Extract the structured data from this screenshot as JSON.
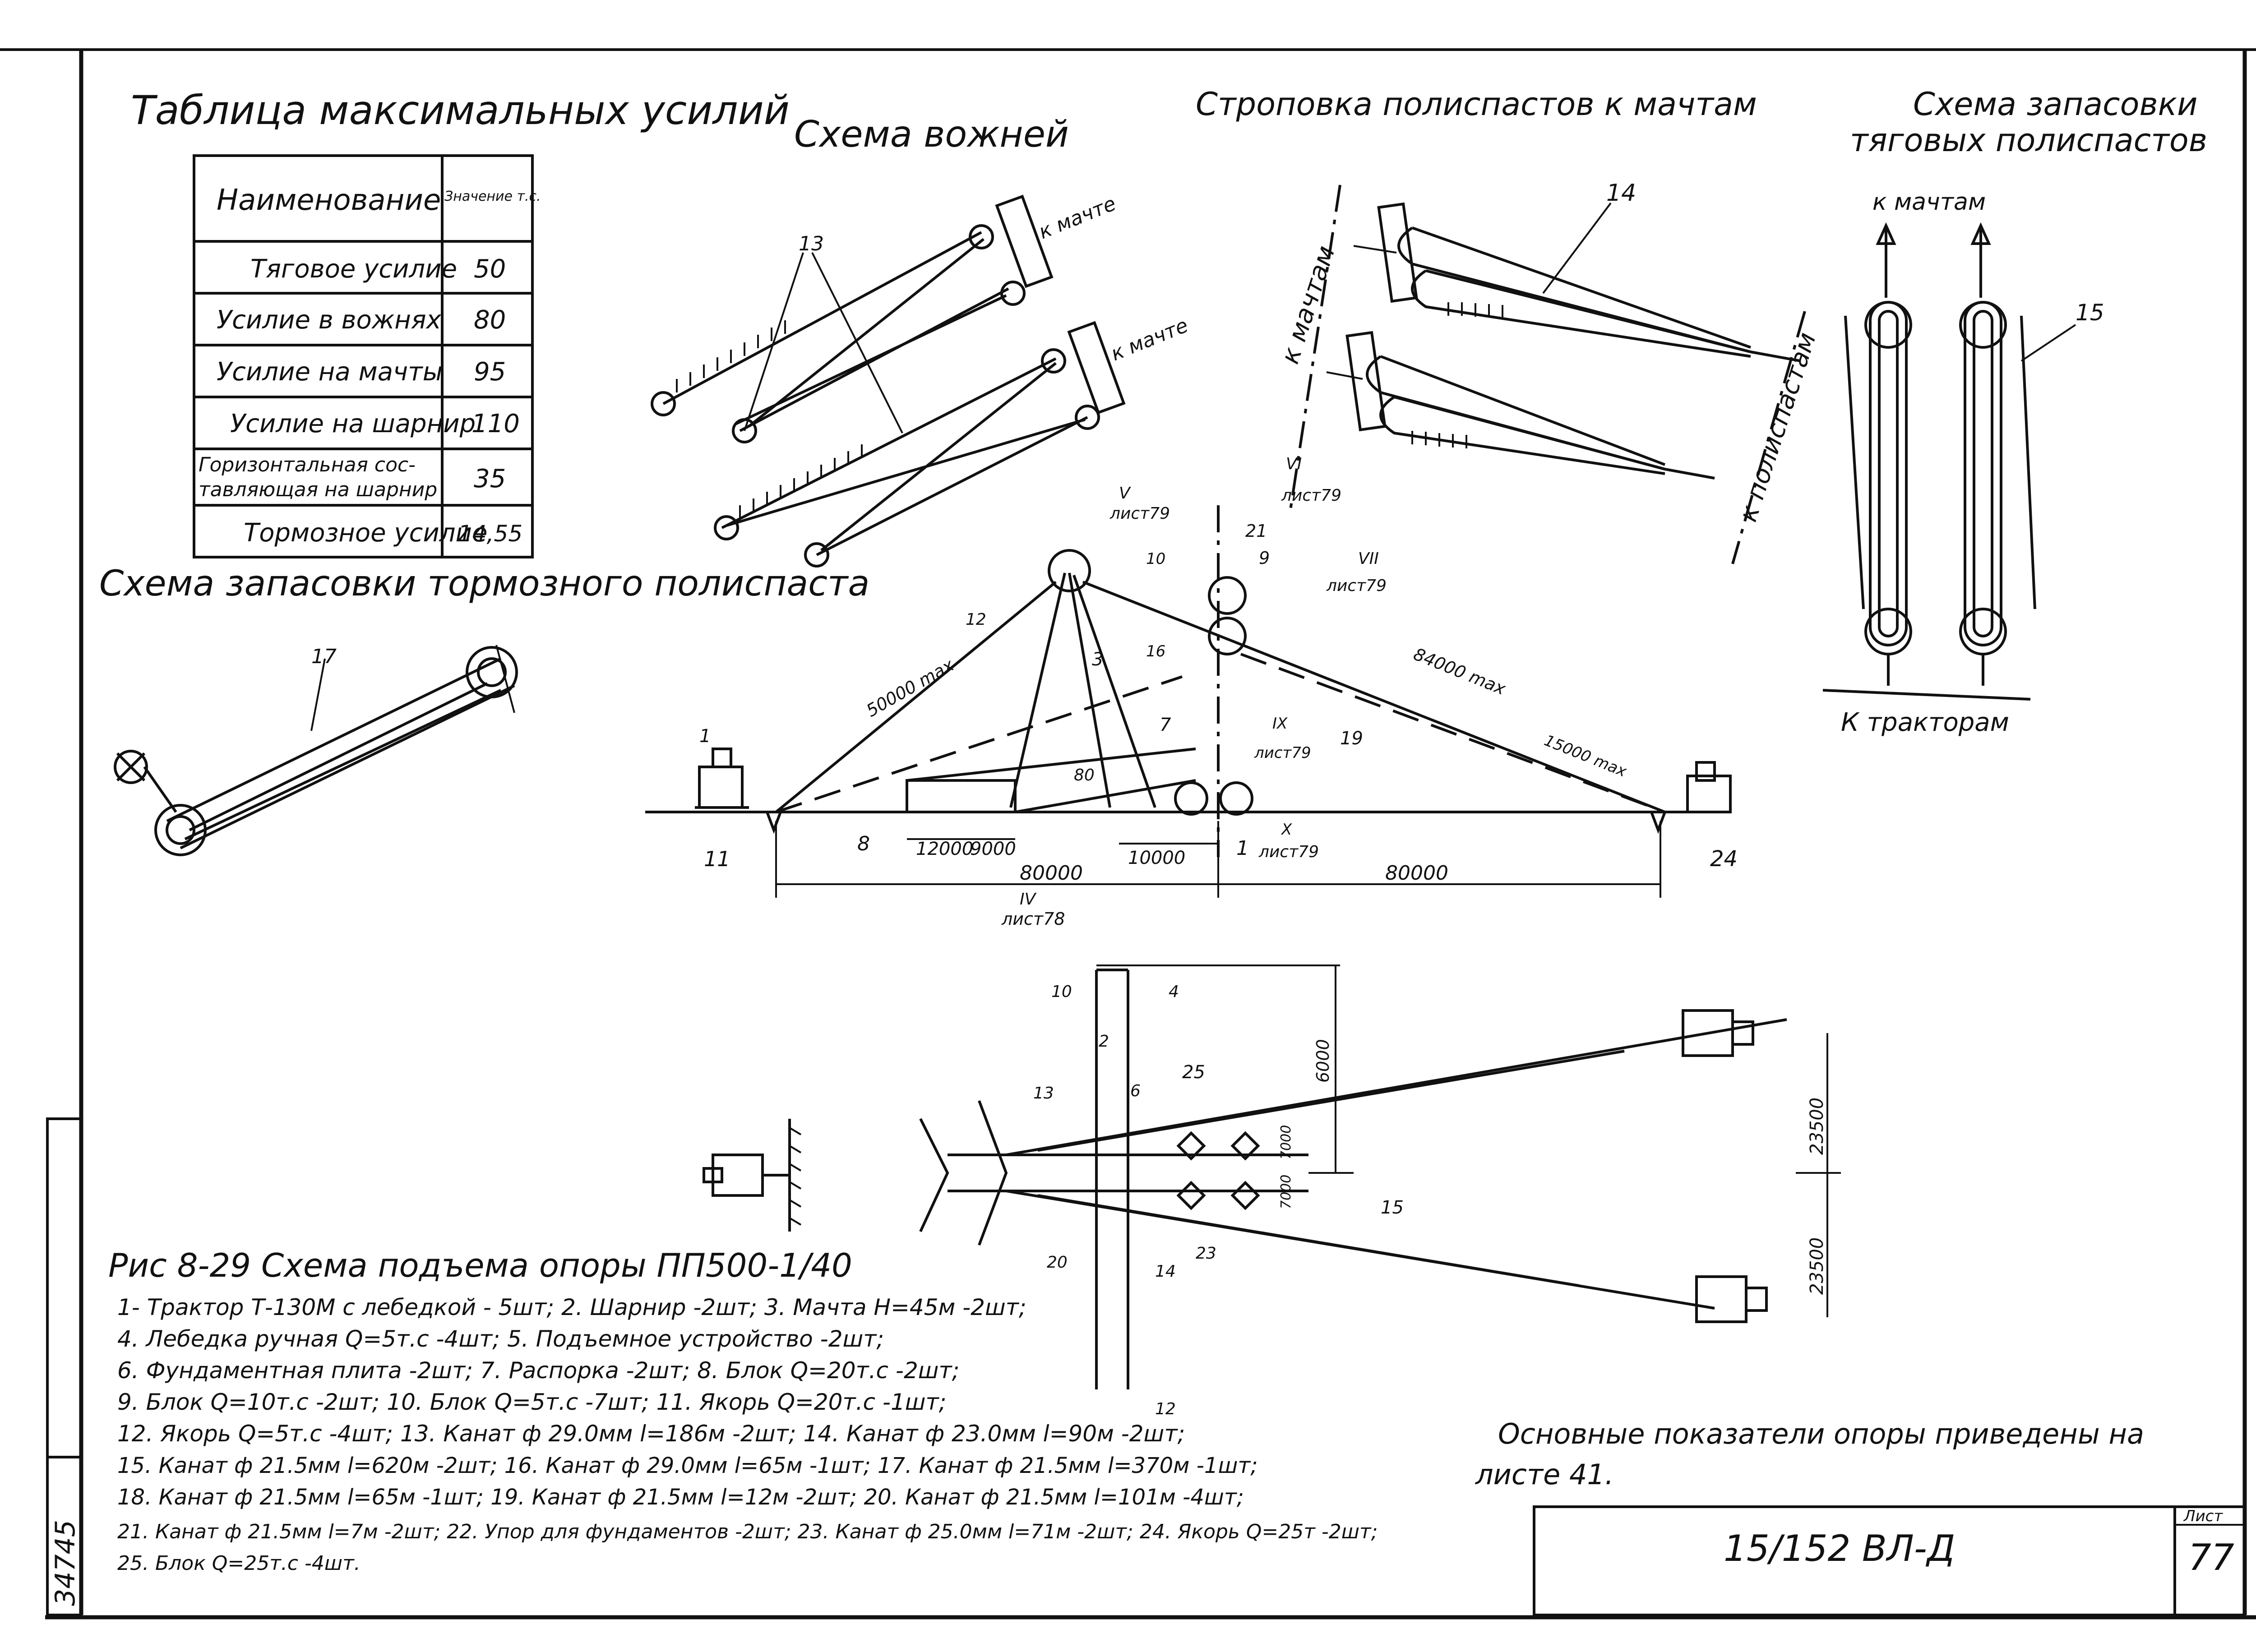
{
  "titles": {
    "max_forces": "Таблица максимальных усилий",
    "guys_scheme": "Схема вожней",
    "slinging": "Строповка полиспастов к мачтам",
    "traction_reeving_1": "Схема запасовки",
    "traction_reeving_2": "тяговых полиспастов",
    "brake_reeving": "Схема запасовки тормозного полиспаста"
  },
  "table": {
    "header_name": "Наименование",
    "header_value": "Значение т.с.",
    "rows": [
      {
        "name": "Тяговое усилие",
        "value": "50"
      },
      {
        "name": "Усилие в вожнях",
        "value": "80"
      },
      {
        "name": "Усилие на мачты",
        "value": "95"
      },
      {
        "name": "Усилие на шарнир",
        "value": "110"
      },
      {
        "name_1": "Горизонтальная сос-",
        "name_2": "тавляющая на шарнир",
        "value": "35"
      },
      {
        "name": "Тормозное усилие",
        "value": "14,55"
      }
    ]
  },
  "labels": {
    "to_mast": "к мачте",
    "to_masts": "к мачтам",
    "to_masts_upper": "К мачтам",
    "to_tackles": "к полиспастам",
    "to_tractors": "К тракторам",
    "n14": "14",
    "n15": "15",
    "n13": "13",
    "n17": "17",
    "sheet78": "лист78",
    "sheet79": "лист79",
    "roman_iv": "IV",
    "roman_v": "V",
    "roman_vi": "VI",
    "roman_vii": "VII",
    "roman_ix": "IX",
    "roman_x": "X",
    "dim_50000": "50000 max",
    "dim_84000": "84000 max",
    "dim_15000": "15000 max",
    "dim_12000": "12000",
    "dim_9000": "9000",
    "dim_10000": "10000",
    "dim_80000": "80000",
    "dim_right": "80000",
    "dim_6000": "6000",
    "dim_23500a": "23500",
    "dim_23500b": "23500",
    "dim_7000": "7000",
    "num_1": "1",
    "num_2": "2",
    "num_3": "3",
    "num_4": "4",
    "num_6": "6",
    "num_7": "7",
    "num_8": "8",
    "num_9": "9",
    "num_10": "10",
    "num_11": "11",
    "num_12": "12",
    "num_16": "16",
    "num_19": "19",
    "num_20": "20",
    "num_21": "21",
    "num_23": "23",
    "num_24": "24",
    "num_25": "25",
    "num_80": "80"
  },
  "caption": {
    "title": "Рис 8-29 Схема подъема опоры ПП500-1/40",
    "lines": [
      "1- Трактор Т-130М с лебедкой - 5шт; 2. Шарнир -2шт; 3. Мачта Н=45м -2шт;",
      "4. Лебедка ручная Q=5т.с -4шт; 5. Подъемное устройство -2шт;",
      "6. Фундаментная плита -2шт; 7. Распорка -2шт; 8. Блок Q=20т.с -2шт;",
      "9. Блок Q=10т.с -2шт; 10. Блок Q=5т.с -7шт; 11. Якорь Q=20т.с -1шт;",
      "12. Якорь Q=5т.с -4шт; 13. Канат ф 29.0мм l=186м -2шт; 14. Канат ф 23.0мм l=90м -2шт;",
      "15. Канат ф 21.5мм l=620м -2шт; 16. Канат ф 29.0мм l=65м -1шт; 17. Канат ф 21.5мм l=370м -1шт;",
      "18. Канат ф 21.5мм l=65м -1шт; 19. Канат ф 21.5мм l=12м -2шт; 20. Канат ф 21.5мм l=101м -4шт;",
      "21. Канат ф 21.5мм l=7м -2шт; 22. Упор для фундаментов -2шт; 23. Канат ф 25.0мм l=71м -2шт; 24. Якорь Q=25т -2шт;",
      "25. Блок Q=25т.с -4шт."
    ]
  },
  "note": {
    "line1": "Основные показатели опоры приведены на",
    "line2": "листе 41."
  },
  "stamp": {
    "doc_code": "15/152 ВЛ-Д",
    "sheet_label": "Лист",
    "sheet_number": "77",
    "side_number": "34745"
  }
}
